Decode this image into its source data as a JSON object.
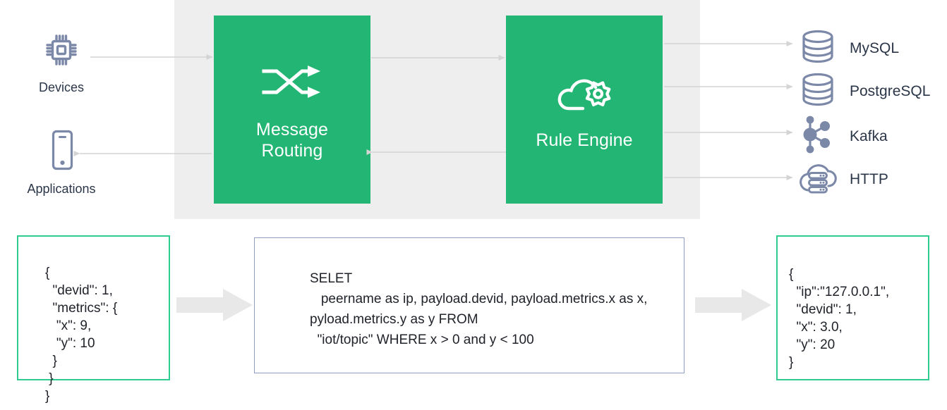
{
  "colors": {
    "green": "#22b573",
    "green_border": "#2ecc8f",
    "panel_grey": "#eeeeee",
    "arrow_grey": "#d4d4d4",
    "fat_arrow_grey": "#e8e8e8",
    "icon_slate": "#7b88a8",
    "text_dark": "#2b3648",
    "card_blue_border": "#8f9dc0"
  },
  "sources": [
    {
      "id": "devices",
      "label": "Devices",
      "icon": "chip-icon"
    },
    {
      "id": "applications",
      "label": "Applications",
      "icon": "mobile-phone-icon"
    }
  ],
  "processes": [
    {
      "id": "message-routing",
      "label": "Message\nRouting",
      "line1": "Message",
      "line2": "Routing",
      "icon": "shuffle-arrows-icon"
    },
    {
      "id": "rule-engine",
      "label": "Rule Engine",
      "line1": "Rule Engine",
      "line2": "",
      "icon": "cloud-gear-icon"
    }
  ],
  "sinks": [
    {
      "id": "mysql",
      "label": "MySQL",
      "icon": "database-cylinder-icon"
    },
    {
      "id": "postgresql",
      "label": "PostgreSQL",
      "icon": "database-cylinder-icon"
    },
    {
      "id": "kafka",
      "label": "Kafka",
      "icon": "node-graph-icon"
    },
    {
      "id": "http",
      "label": "HTTP",
      "icon": "cloud-server-icon"
    }
  ],
  "cards": {
    "input": {
      "name": "input-payload-json",
      "code": "{\n  \"devid\": 1,\n  \"metrics\": {\n   \"x\": 9,\n   \"y\": 10\n  }\n }\n}"
    },
    "sql": {
      "name": "rule-sql-statement",
      "code": "SELET\n   peername as ip, payload.devid, payload.metrics.x as x, pyload.metrics.y as y FROM\n  \"iot/topic\" WHERE x > 0 and y < 100"
    },
    "output": {
      "name": "output-result-json",
      "code": "{\n  \"ip\":\"127.0.0.1\",\n  \"devid\": 1,\n  \"x\": 3.0,\n  \"y\": 20\n}"
    }
  },
  "flow_arrows": [
    {
      "id": "devices-to-routing",
      "direction": "right"
    },
    {
      "id": "routing-to-applications",
      "direction": "left"
    },
    {
      "id": "routing-to-rule-engine",
      "direction": "right"
    },
    {
      "id": "rule-engine-to-routing",
      "direction": "left"
    },
    {
      "id": "rule-engine-to-mysql",
      "direction": "right"
    },
    {
      "id": "rule-engine-to-postgresql",
      "direction": "right"
    },
    {
      "id": "rule-engine-to-kafka",
      "direction": "right"
    },
    {
      "id": "rule-engine-to-http",
      "direction": "right"
    },
    {
      "id": "input-to-sql",
      "direction": "right"
    },
    {
      "id": "sql-to-output",
      "direction": "right"
    }
  ]
}
